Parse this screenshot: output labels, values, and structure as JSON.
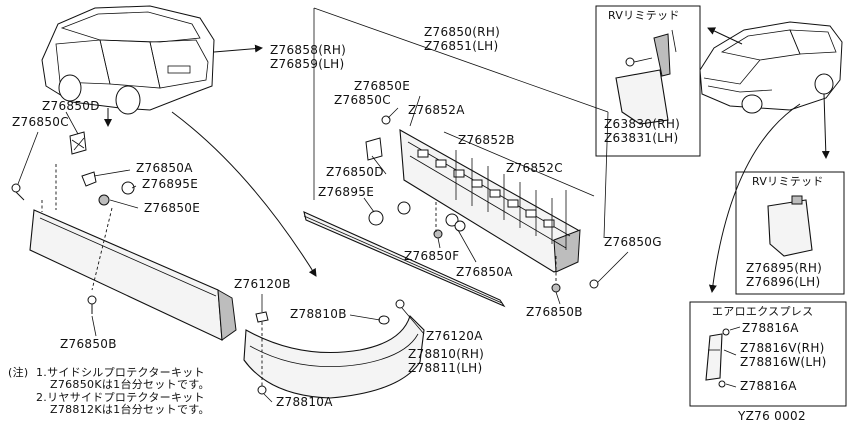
{
  "labels": {
    "z76858": "Z76858(RH)",
    "z76859": "Z76859(LH)",
    "z76850_top": "Z76850(RH)",
    "z76851": "Z76851(LH)",
    "z76850e_top": "Z76850E",
    "z76850c_mid": "Z76850C",
    "z76852a": "Z76852A",
    "z76852b": "Z76852B",
    "z76852c": "Z76852C",
    "z76850d_mid": "Z76850D",
    "z76895e_mid": "Z76895E",
    "z76850f": "Z76850F",
    "z76850a_mid": "Z76850A",
    "z76850g": "Z76850G",
    "z76850b_mid": "Z76850B",
    "z76850d_left": "Z76850D",
    "z76850c_left": "Z76850C",
    "z76850a_left": "Z76850A",
    "z76895e_left": "Z76895E",
    "z76850e_left": "Z76850E",
    "z76850b_left": "Z76850B",
    "z76120b": "Z76120B",
    "z78810b": "Z78810B",
    "z76120a": "Z76120A",
    "z78810rh": "Z78810(RH)",
    "z78811lh": "Z78811(LH)",
    "z78810a": "Z78810A",
    "rv_limited_1": "RVリミテッド",
    "z63830": "Z63830(RH)",
    "z63831": "Z63831(LH)",
    "rv_limited_2": "RVリミテッド",
    "z76895": "Z76895(RH)",
    "z76896": "Z76896(LH)",
    "aero_express": "エアロエクスプレス",
    "z78816a_top": "Z78816A",
    "z78816v": "Z78816V(RH)",
    "z78816w": "Z78816W(LH)",
    "z78816a_bottom": "Z78816A",
    "diagram_code": "YZ76  0002"
  },
  "notes": {
    "note_marker": "(注)",
    "note_1": "1.サイドシルプロテクターキット",
    "note_1b": "Z76850Kは1台分セットです。",
    "note_2": "2.リヤサイドプロテクターキット",
    "note_2b": "Z78812Kは1台分セットです。"
  }
}
